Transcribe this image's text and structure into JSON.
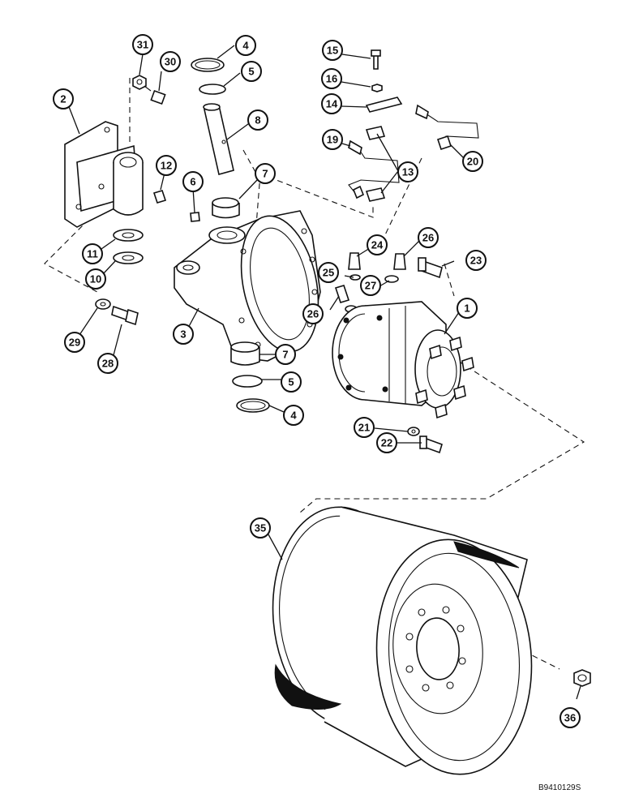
{
  "reference_code": "B9410129S",
  "callouts": [
    "31",
    "30",
    "4",
    "5",
    "8",
    "2",
    "12",
    "6",
    "7",
    "11",
    "10",
    "29",
    "28",
    "3",
    "7",
    "5",
    "4",
    "15",
    "16",
    "14",
    "19",
    "13",
    "20",
    "24",
    "26",
    "25",
    "27",
    "26",
    "23",
    "1",
    "21",
    "22",
    "35",
    "36"
  ]
}
